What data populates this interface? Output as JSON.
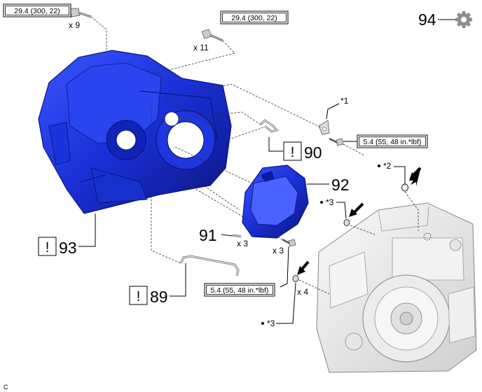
{
  "callouts": {
    "c94": "94",
    "c90": "90",
    "c92": "92",
    "c93": "93",
    "c91": "91",
    "c89": "89"
  },
  "torque": {
    "t1": "29.4 (300, 22)",
    "t2": "29.4 (300, 22)",
    "t3": "5.4 (55, 48 in.*lbf)",
    "t4": "5.4 (55, 48 in.*lbf)"
  },
  "qty": {
    "q9": "x 9",
    "q11": "x 11",
    "q3a": "x 3",
    "q3b": "x 3",
    "q4": "x 4"
  },
  "notes": {
    "n1": "*1",
    "n2": "*2",
    "n3a": "*3",
    "n3b": "*3"
  },
  "caution_mark": "!",
  "corner": "C",
  "icons": {
    "gear": "gear-icon",
    "caution": "caution-icon",
    "arrow": "bold-arrow-icon"
  },
  "colors": {
    "housing_blue": "#1a2fd6",
    "housing_dark": "#0a1580",
    "transaxle_grey": "#e8e8e8",
    "gear_grey": "#8c8c8c"
  }
}
